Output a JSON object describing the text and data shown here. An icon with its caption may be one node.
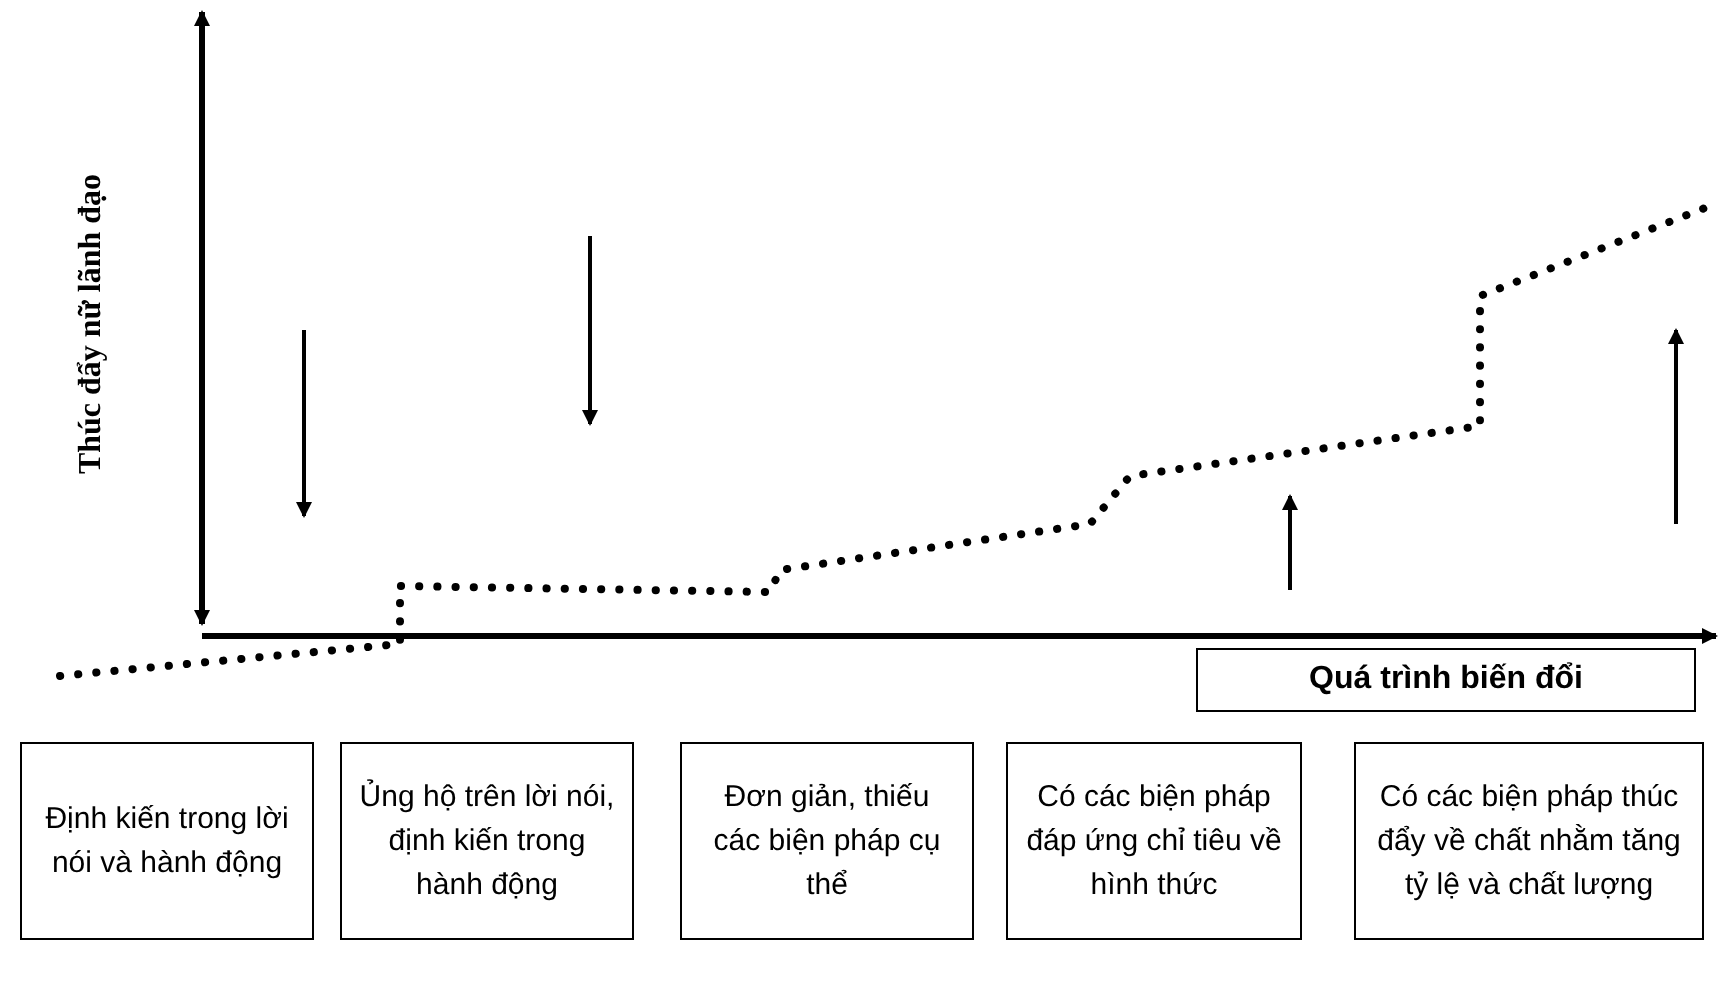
{
  "diagram": {
    "nodes": [
      {
        "text": [
          "Quá trình biến đổi"
        ]
      },
      {
        "text": [
          "Định kiến trong lời nói và hành động"
        ]
      },
      {
        "text": [
          "Ủng hộ trên lời nói, định kiến trong hành động"
        ]
      },
      {
        "text": [
          "Đơn giản, thiếu các biện pháp cụ thể"
        ]
      },
      {
        "text": [
          "Có các biện pháp đáp ứng chỉ tiêu về hình thức"
        ]
      },
      {
        "text": [
          "Có các biện pháp thúc đẩy về chất nhằm tăng tỷ lệ và chất lượng"
        ]
      }
    ],
    "labels": [
      "Thúc đẩy nữ lãnh đạo"
    ]
  }
}
